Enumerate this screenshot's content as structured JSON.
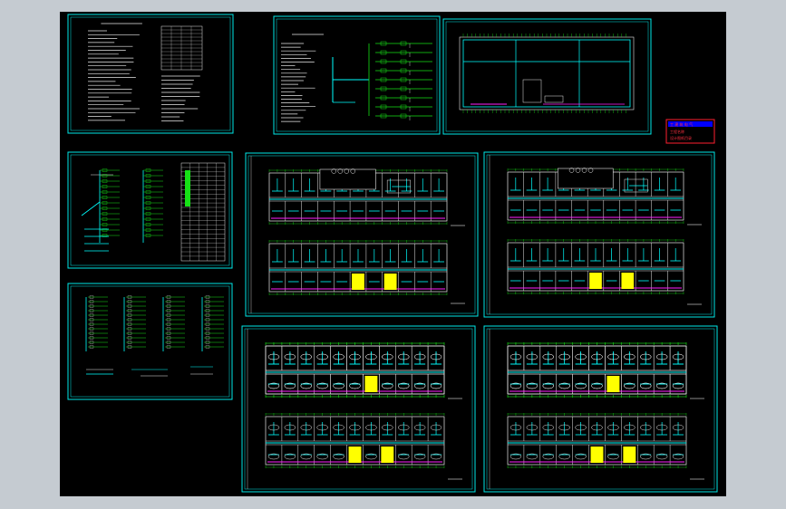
{
  "viewport": {
    "name": "CAD model space viewer"
  },
  "colors": {
    "background": "#c5cbd1",
    "model_space": "#000000",
    "frame": "#00e8e8",
    "line_green": "#16e016",
    "line_white": "#e8e8e8",
    "line_cyan": "#00ffff",
    "line_magenta": "#ff20ff",
    "fill_yellow": "#ffff00",
    "stamp_red": "#ff2030",
    "stamp_blue": "#0000ff"
  },
  "stamp": {
    "title": "工 建 筑 电 气",
    "line1": "工程名称",
    "line2": "设计图纸目录"
  },
  "sheets": [
    {
      "id": "design-notes",
      "kind": "notes"
    },
    {
      "id": "system-notes",
      "kind": "notes-system"
    },
    {
      "id": "roof-plan",
      "kind": "roof"
    },
    {
      "id": "riser-diagram-1",
      "kind": "riser"
    },
    {
      "id": "riser-diagram-2",
      "kind": "riser2"
    },
    {
      "id": "floor-plan-1",
      "kind": "plan"
    },
    {
      "id": "floor-plan-2",
      "kind": "plan"
    },
    {
      "id": "floor-plan-3",
      "kind": "plan2"
    },
    {
      "id": "floor-plan-4",
      "kind": "plan2"
    }
  ]
}
